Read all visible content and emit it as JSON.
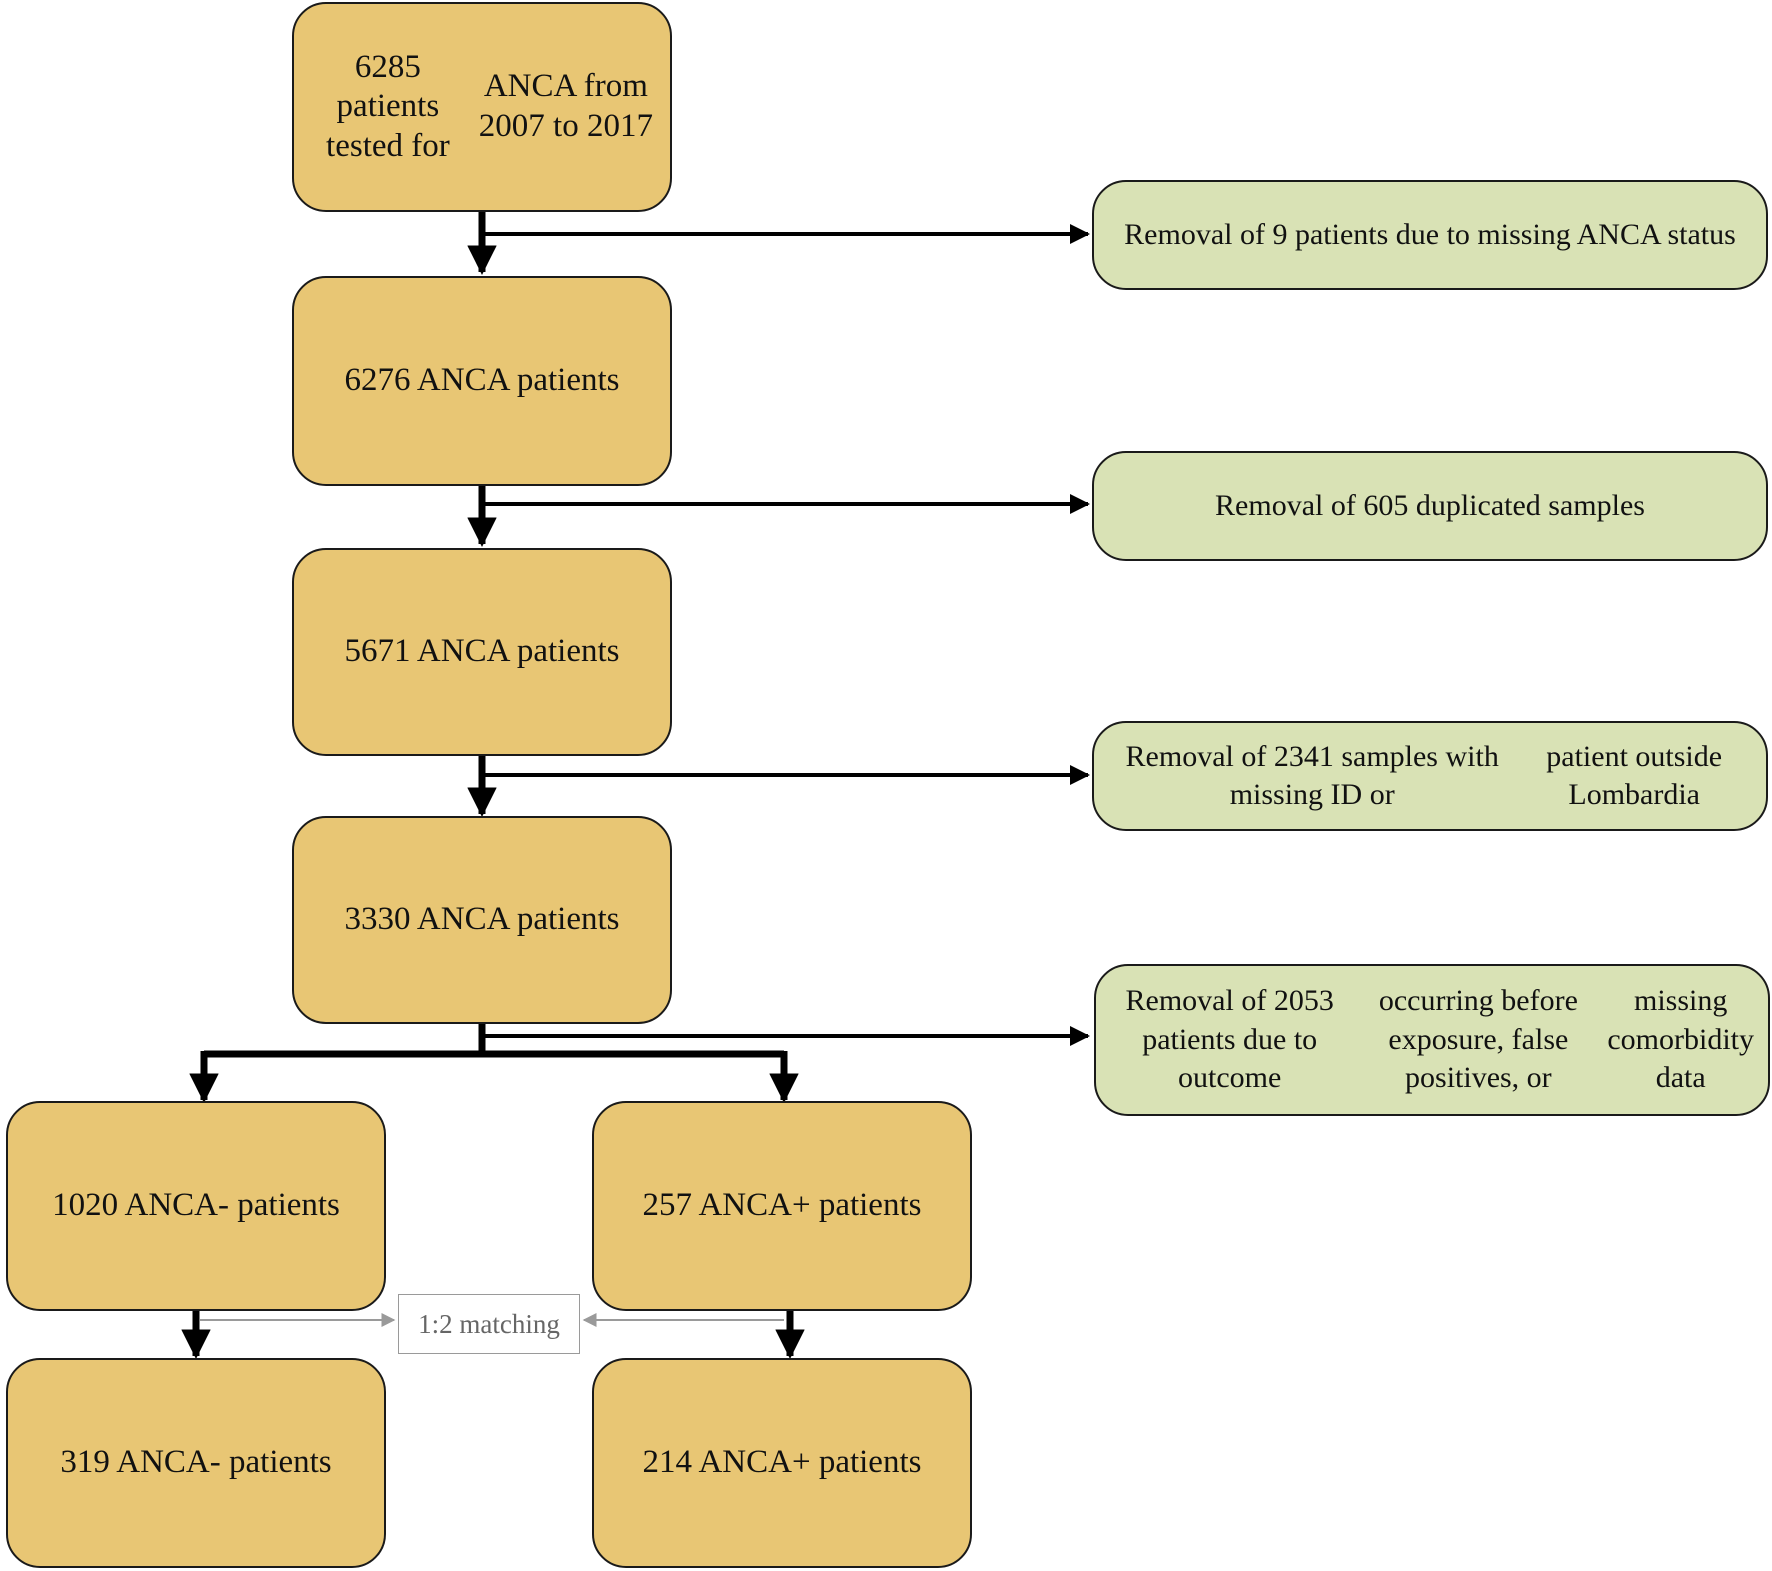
{
  "nodes": {
    "n6285": {
      "lines": [
        "6285 patients tested for",
        "ANCA from 2007 to 2017"
      ]
    },
    "n6276": {
      "lines": [
        "6276 ANCA patients"
      ]
    },
    "n5671": {
      "lines": [
        "5671 ANCA patients"
      ]
    },
    "n3330": {
      "lines": [
        "3330 ANCA patients"
      ]
    },
    "n1020": {
      "lines": [
        "1020 ANCA- patients"
      ]
    },
    "n257": {
      "lines": [
        "257 ANCA+ patients"
      ]
    },
    "n319": {
      "lines": [
        "319 ANCA- patients"
      ]
    },
    "n214": {
      "lines": [
        "214 ANCA+ patients"
      ]
    }
  },
  "exclusions": {
    "e1": {
      "lines": [
        "Removal of 9 patients due to missing ANCA status"
      ]
    },
    "e2": {
      "lines": [
        "Removal of 605 duplicated samples"
      ]
    },
    "e3": {
      "lines": [
        "Removal of 2341 samples with missing ID or",
        "patient outside Lombardia"
      ]
    },
    "e4": {
      "lines": [
        "Removal of 2053 patients due to outcome",
        "occurring before exposure, false positives, or",
        "missing comorbidity data"
      ]
    }
  },
  "matching": {
    "label": "1:2 matching"
  },
  "colors": {
    "main_box": "#e8c674",
    "exclusion_box": "#d9e2b5",
    "border": "#1a1a1a",
    "arrow": "#000000",
    "matching_arrow": "#9a9a9a"
  }
}
